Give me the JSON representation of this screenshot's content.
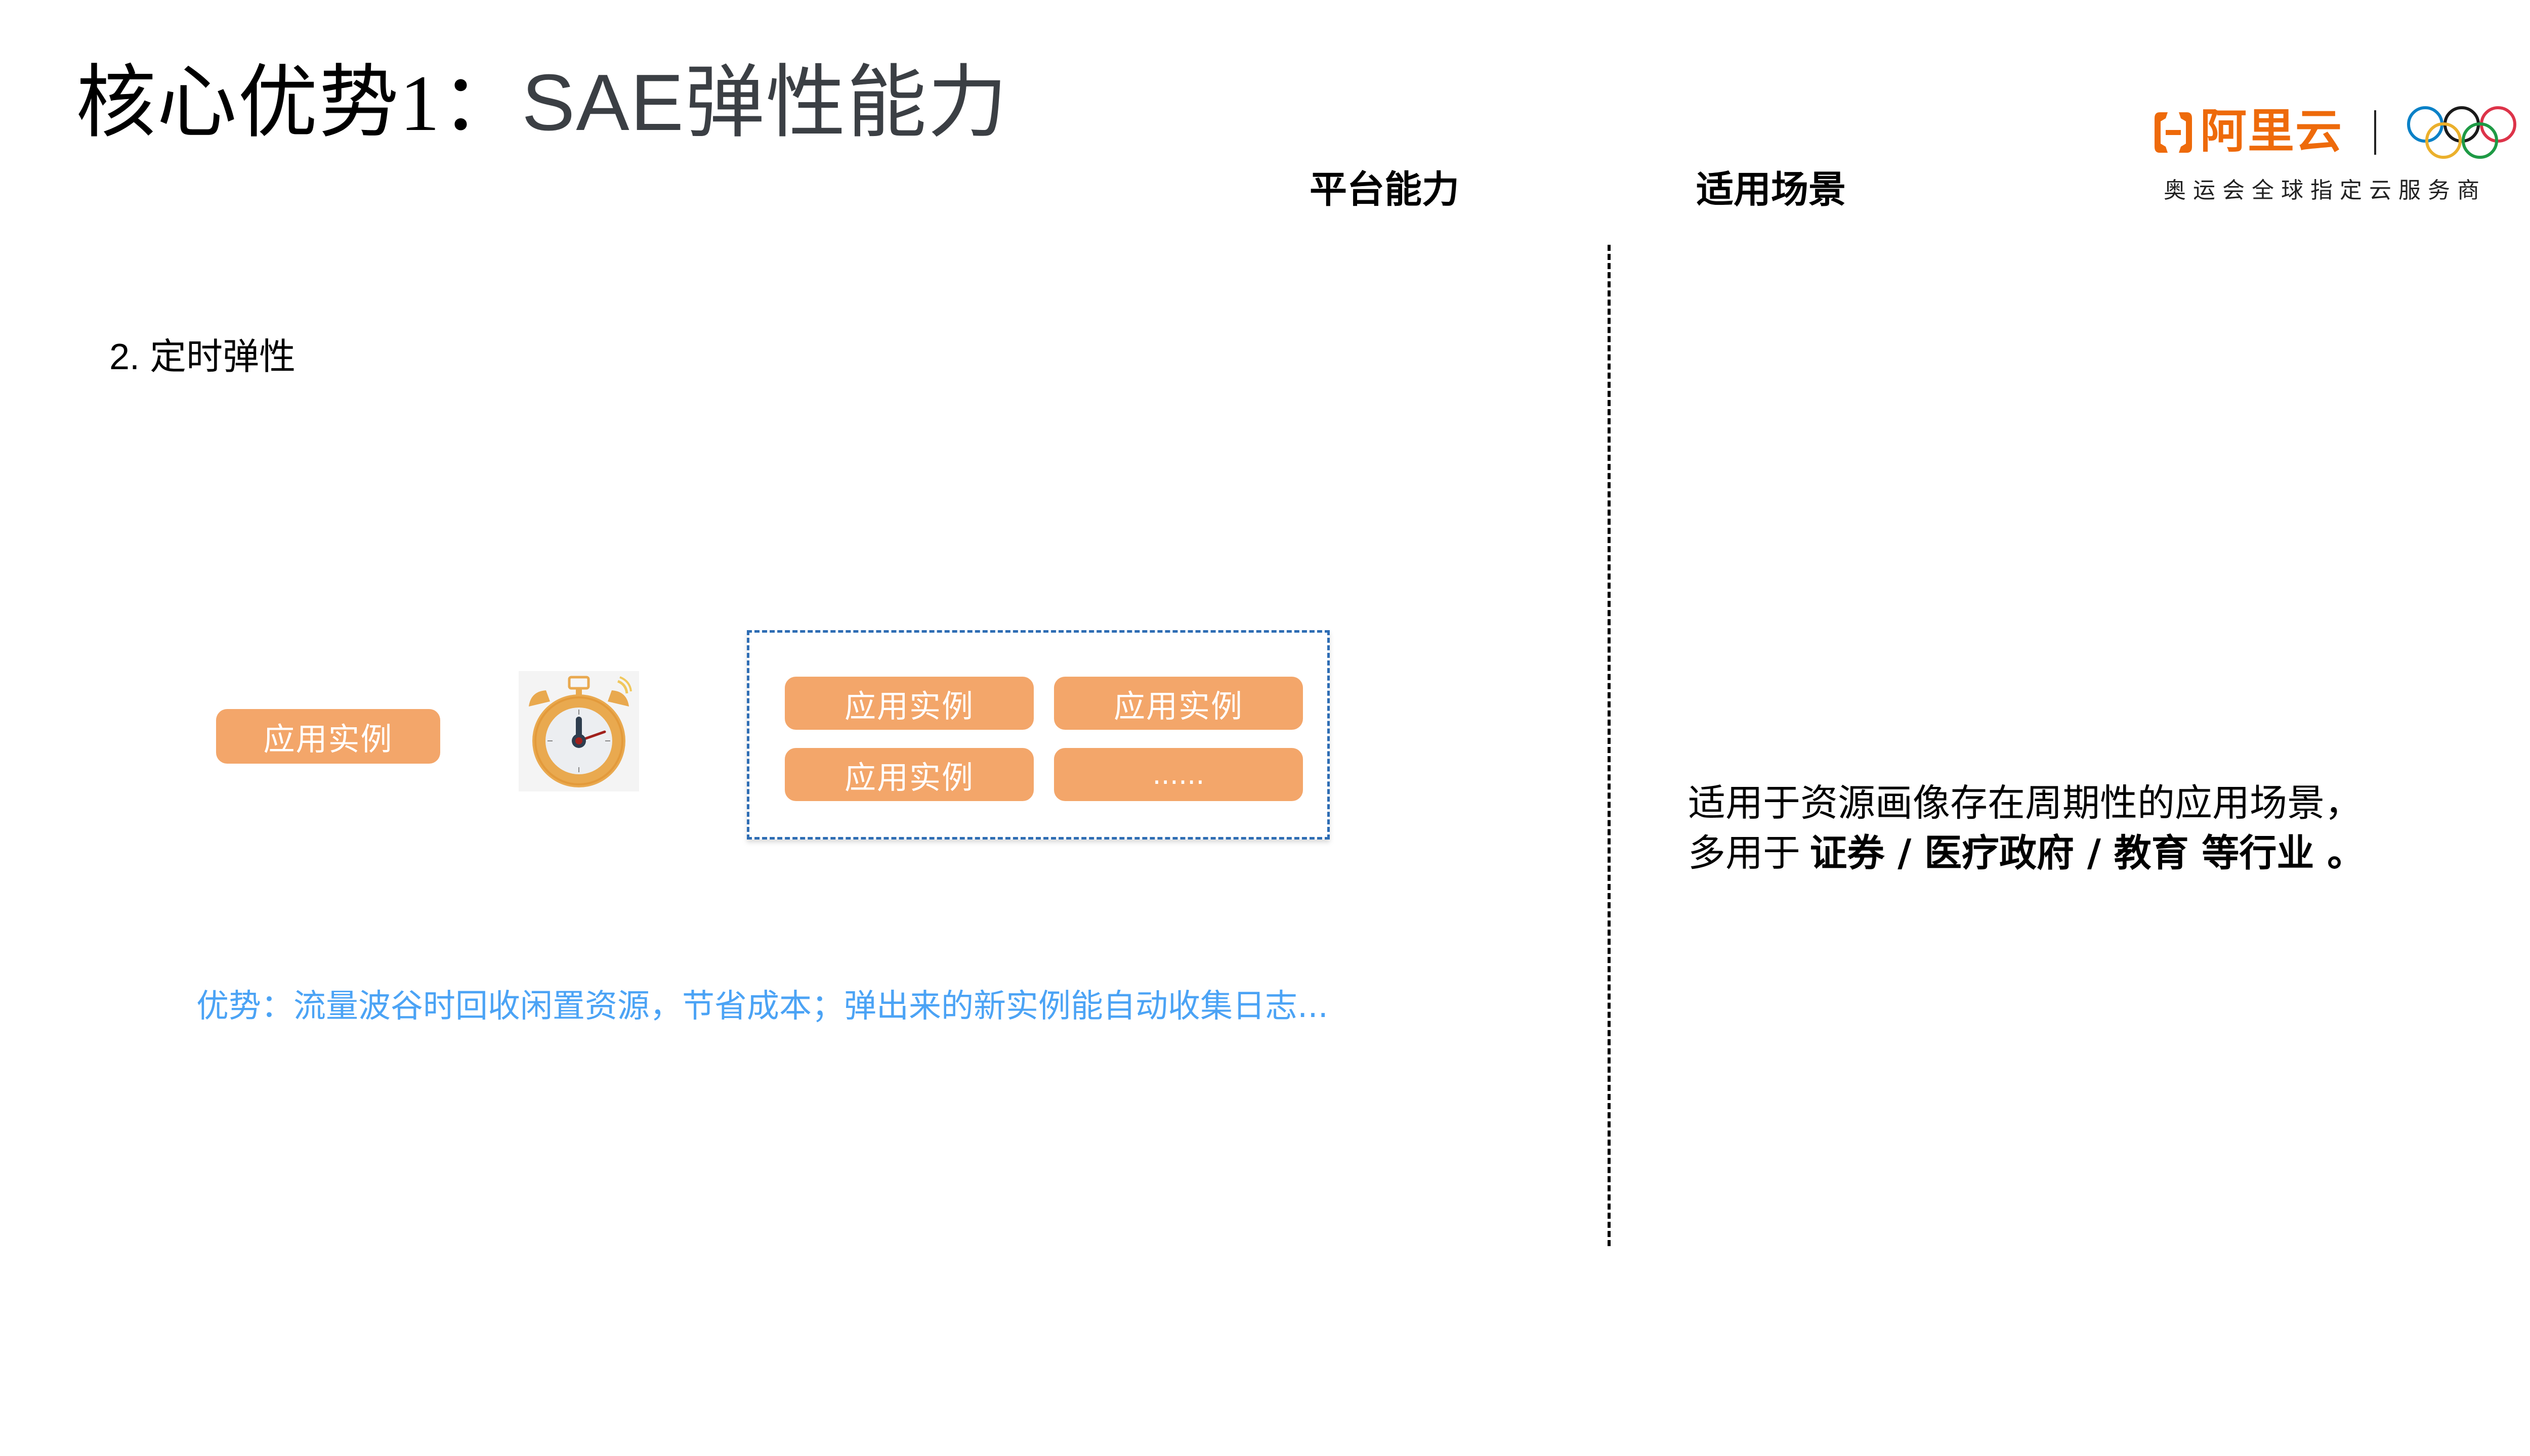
{
  "title": {
    "prefix": "核心优势1：",
    "suffix": "SAE弹性能力"
  },
  "logo": {
    "brand_icon": "aliyun-bracket-icon",
    "brand_text": "阿里云",
    "olympic_icon": "olympic-rings-icon",
    "tagline": "奥运会全球指定云服务商",
    "colors": {
      "brand_orange": "#EE6A0A",
      "ring_blue": "#0A81C7",
      "ring_yellow": "#EBB02C",
      "ring_black": "#1A1A1A",
      "ring_green": "#1E9A45",
      "ring_red": "#DD3349"
    }
  },
  "headers": {
    "platform": "平台能力",
    "scenario": "适用场景"
  },
  "section": {
    "number": "2.",
    "label_light": "定时",
    "label_bold": "弹性"
  },
  "diagram": {
    "left_instance": "应用实例",
    "timer_icon": "stopwatch-icon",
    "scaled_instances": [
      "应用实例",
      "应用实例",
      "应用实例",
      "......"
    ],
    "colors": {
      "instance_fill": "#F3A66A",
      "container_border": "#2E6DB4"
    }
  },
  "advantage": {
    "text": "优势：流量波谷时回收闲置资源，节省成本；弹出来的新实例能自动收集日志...",
    "color": "#4BA3F5"
  },
  "scenario": {
    "line1": "适用于资源画像存在周期性的应用场景，",
    "line2_prefix": "多用于 ",
    "industry1": "证券 / ",
    "industry2": "医疗政府 / ",
    "industry3": "教育 ",
    "line2_suffix": "等行业 。"
  }
}
